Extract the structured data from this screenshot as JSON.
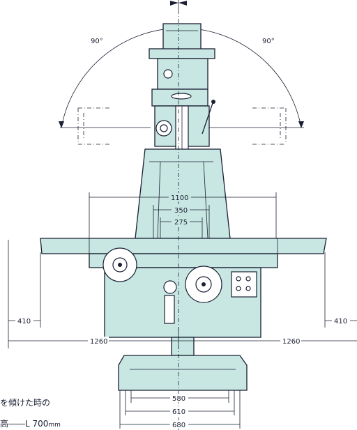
{
  "angles": {
    "left": "90°",
    "right": "90°"
  },
  "dimensions": {
    "d1100": "1100",
    "d350": "350",
    "d275": "275",
    "d410_left": "410",
    "d410_right": "410",
    "d1260_left": "1260",
    "d1260_right": "1260",
    "d580": "580",
    "d610": "610",
    "d680": "680"
  },
  "note": {
    "line1": "を傾けた時の",
    "line2": "高――L 700",
    "unit": "mm"
  },
  "colors": {
    "machine_fill": "#c8e6e2",
    "line": "#1a1f33",
    "background": "#ffffff"
  }
}
